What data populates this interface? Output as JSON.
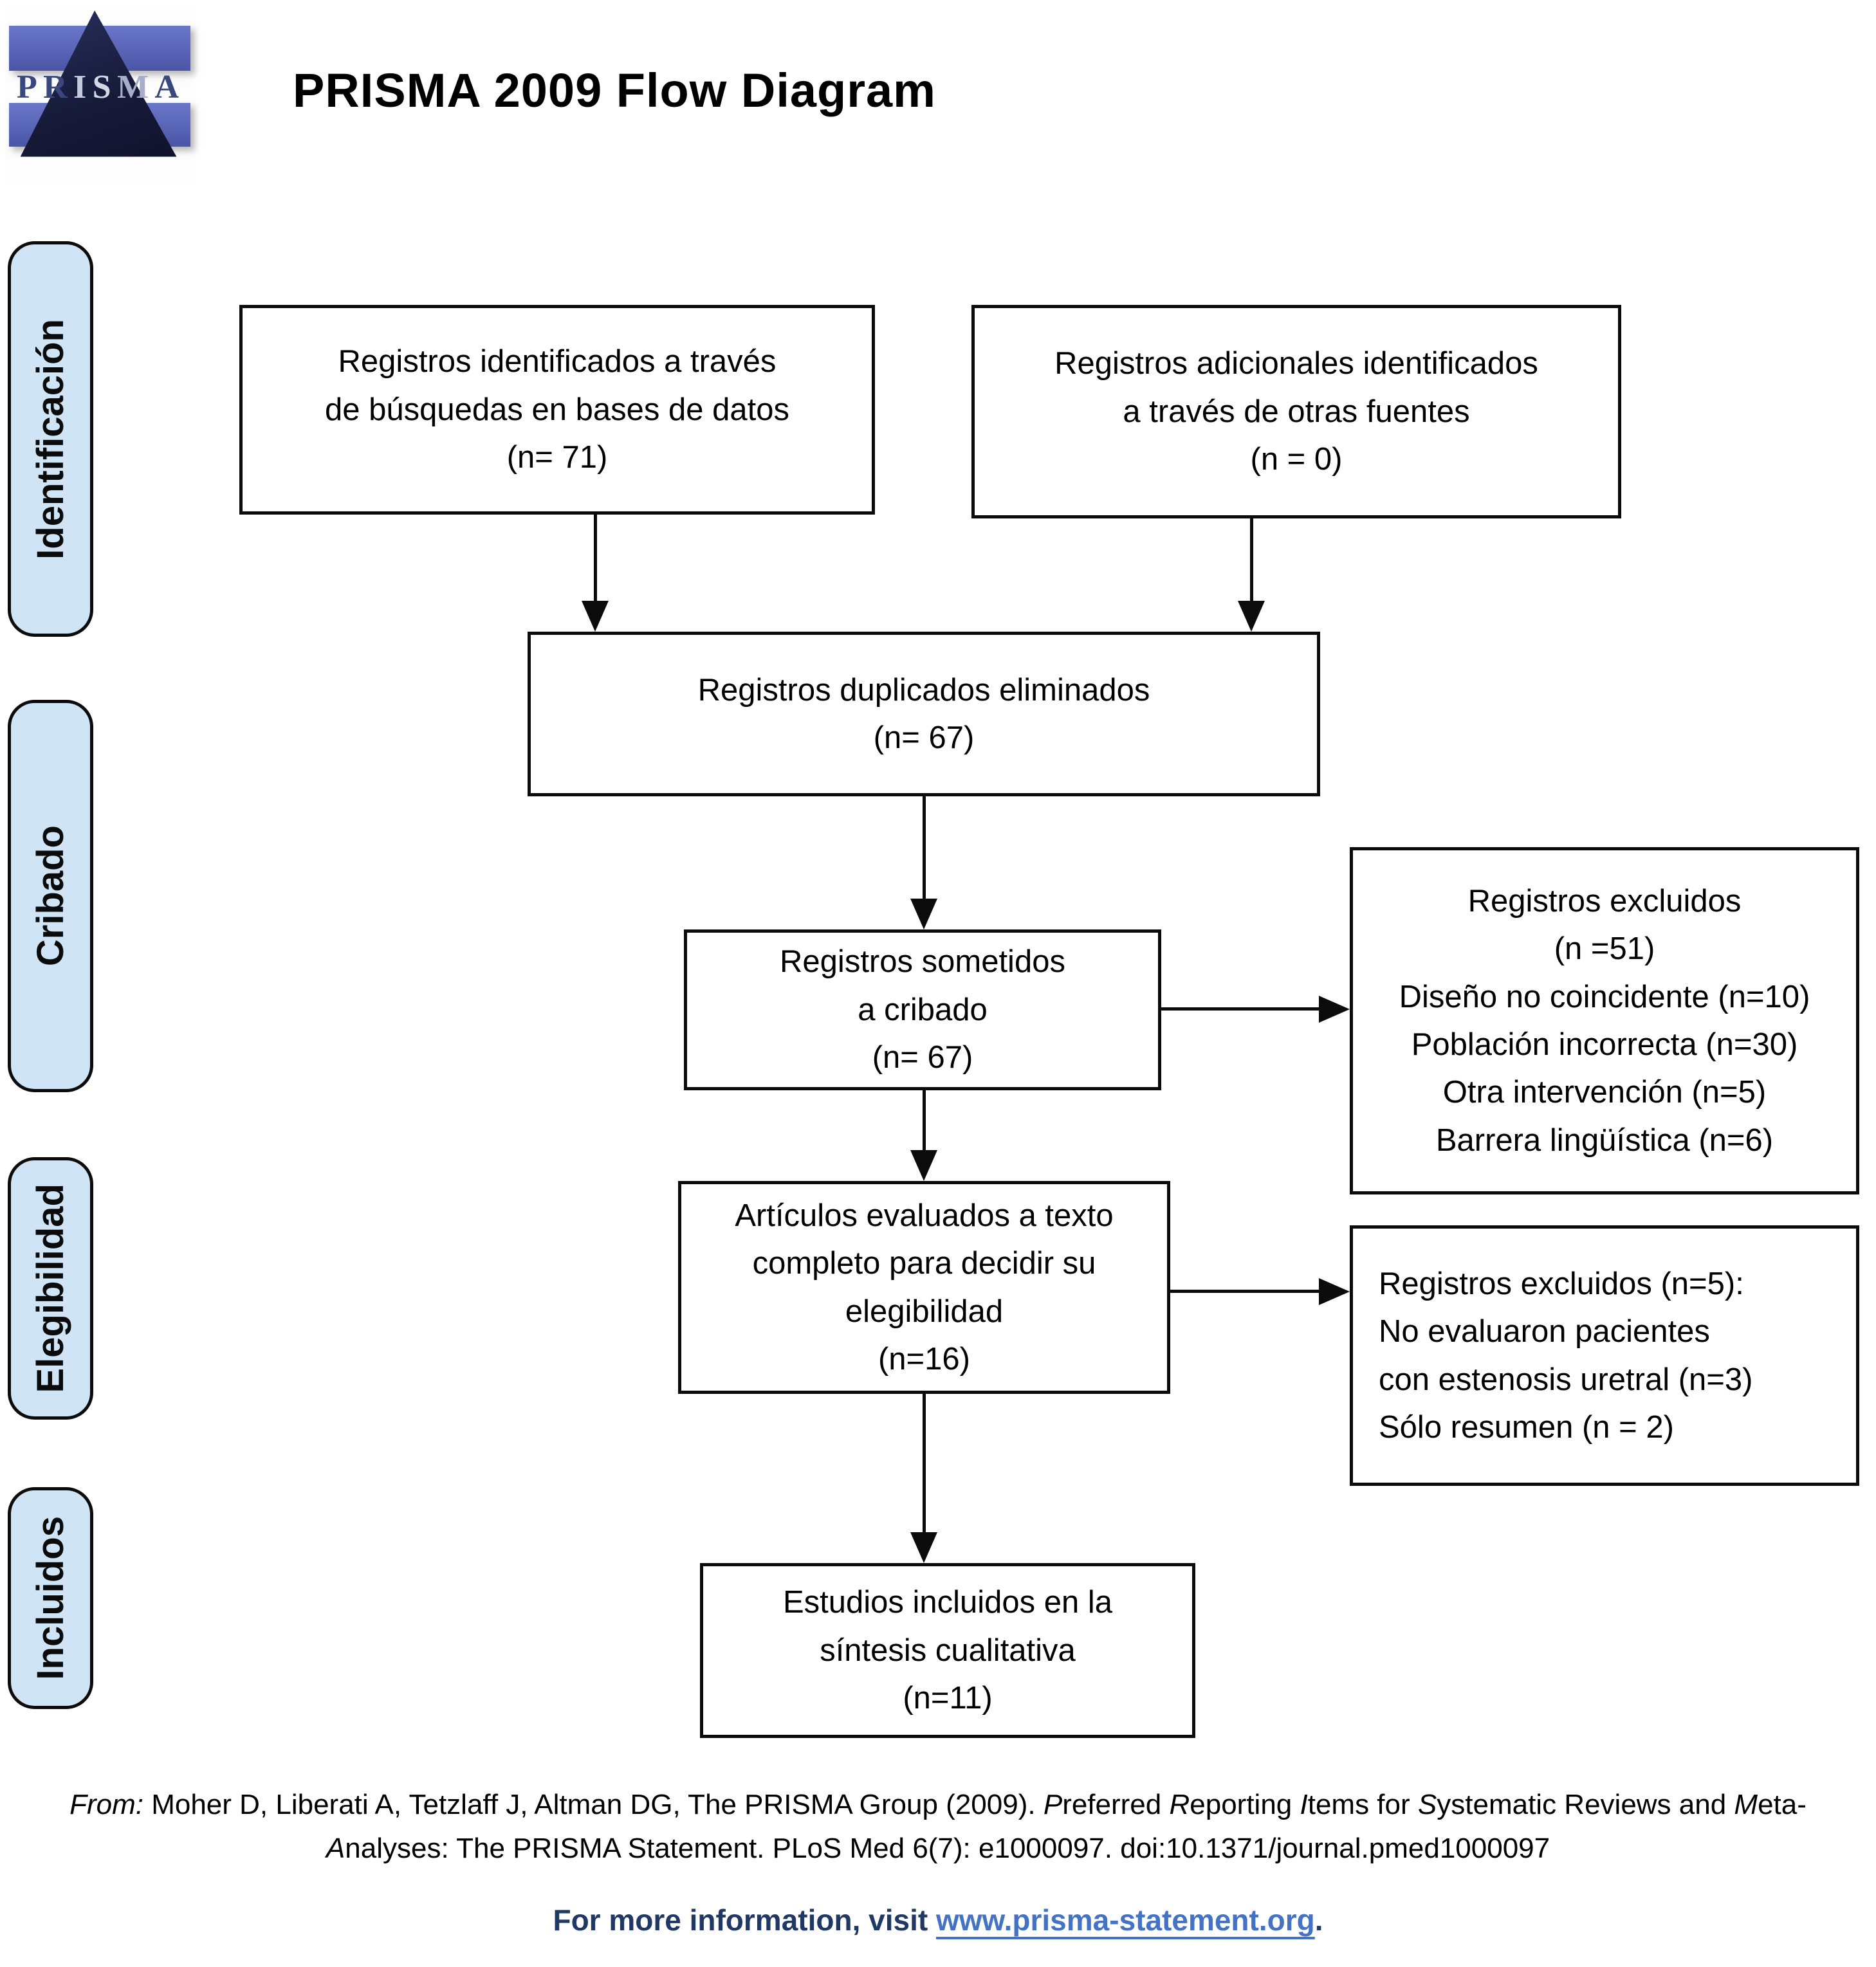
{
  "logo": {
    "letters": [
      "P",
      "R",
      "I",
      "S",
      "M",
      "A"
    ]
  },
  "title": "PRISMA 2009 Flow Diagram",
  "sidebar": {
    "stages": [
      {
        "label": "Identificación"
      },
      {
        "label": "Cribado"
      },
      {
        "label": "Elegibilidad"
      },
      {
        "label": "Incluidos"
      }
    ]
  },
  "boxes": {
    "identified_db": "Registros identificados a través\nde búsquedas en bases de datos\n(n= 71)",
    "identified_other": "Registros adicionales identificados\na través de otras fuentes\n(n = 0)",
    "duplicates_removed": "Registros duplicados eliminados\n(n= 67)",
    "screened": "Registros sometidos\na cribado\n(n= 67)",
    "excluded_screening": "Registros excluidos\n(n =51)\nDiseño no coincidente (n=10)\nPoblación incorrecta (n=30)\nOtra intervención (n=5)\nBarrera lingüística (n=6)",
    "fulltext_assessed": "Artículos evaluados a texto\ncompleto para decidir su\nelegibilidad\n(n=16)",
    "excluded_fulltext": "Registros excluidos (n=5):\nNo evaluaron pacientes\ncon estenosis uretral (n=3)\nSólo resumen (n = 2)",
    "included_qualitative": "Estudios incluidos en la\nsíntesis cualitativa\n(n=11)"
  },
  "footer": {
    "from_label": "From:",
    "authors": " Moher D, Liberati A, Tetzlaff J, Altman DG, The PRISMA Group (2009). ",
    "t1": "P",
    "t2": "referred ",
    "t3": "R",
    "t4": "eporting ",
    "t5": "I",
    "t6": "tems for ",
    "t7": "S",
    "t8": "ystematic Reviews and ",
    "t9": "M",
    "t10": "eta-",
    "t11": "A",
    "t12": "nalyses: The PRISMA Statement. PLoS Med 6(7): e1000097. doi:10.1371/journal.pmed1000097"
  },
  "info": {
    "prefix": "For more information, visit ",
    "link": "www.prisma-statement.org",
    "suffix": "."
  },
  "colors": {
    "stage_fill": "#cfe5f6",
    "border_black": "#0b0b0b",
    "info_dark_blue": "#1f3864",
    "link_blue": "#4472c4",
    "logo_stripe_blue": "#5661b2",
    "logo_triangle_navy": "#161a38"
  }
}
